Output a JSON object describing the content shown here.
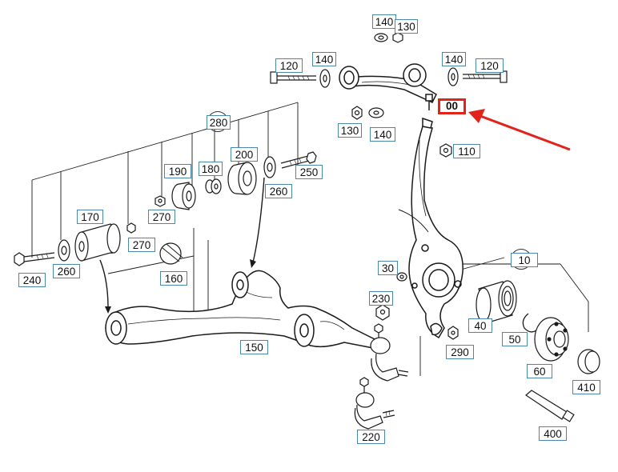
{
  "diagram": {
    "labels": {
      "l140a": "140",
      "l130a": "130",
      "l120a": "120",
      "l140b": "140",
      "l140c": "140",
      "l120b": "120",
      "l00": "00",
      "l130b": "130",
      "l140d": "140",
      "l110": "110",
      "l280": "280",
      "l200": "200",
      "l190": "190",
      "l180": "180",
      "l250": "250",
      "l260a": "260",
      "l170": "170",
      "l270a": "270",
      "l270b": "270",
      "l240": "240",
      "l260b": "260",
      "l160": "160",
      "l10": "10",
      "l30": "30",
      "l230": "230",
      "l40": "40",
      "l50": "50",
      "l290": "290",
      "l150": "150",
      "l60": "60",
      "l410": "410",
      "l400": "400",
      "l220": "220"
    },
    "colors": {
      "accent": "#e2231a",
      "label_border": "#4a8aa8",
      "ink": "#1a1a1a"
    }
  }
}
